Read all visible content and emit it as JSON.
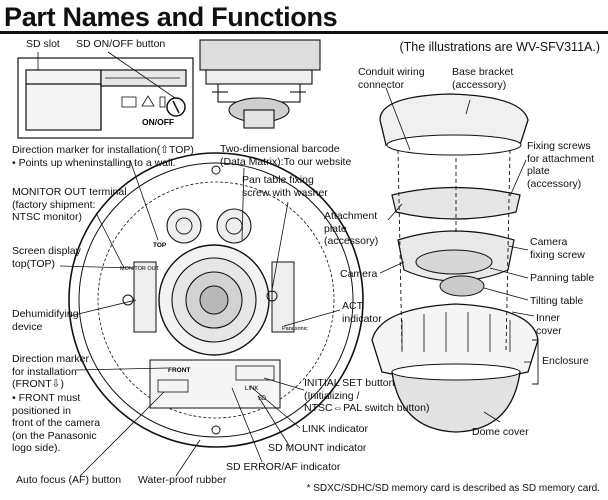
{
  "title": "Part Names and Functions",
  "illustration_note": "(The illustrations are WV-SFV311A.)",
  "footnote": "* SDXC/SDHC/SD memory card is described as SD memory card.",
  "labels": {
    "sd_slot": "SD slot",
    "sd_onoff_button": "SD ON/OFF button",
    "inset_onoff": "ON/OFF",
    "direction_marker_top": "Direction marker for installation(⇧TOP)",
    "direction_marker_top_bullet": "• Points up wheninstalling to a wall.",
    "barcode": "Two-dimensional barcode\n(Data Matrix):To our website",
    "pan_table_screw": "Pan table fixing\nscrew with washer",
    "monitor_out": "MONITOR OUT terminal\n(factory shipment:\nNTSC monitor)",
    "screen_display_top": "Screen display\ntop(TOP)",
    "dehumidifying": "Dehumidifying\ndevice",
    "act_indicator": "ACT\nindicator",
    "direction_marker_front": "Direction marker\nfor installation\n(FRONT⇩)",
    "front_bullet": "• FRONT must\n  positioned in\n  front of the camera\n  (on the Panasonic\n  logo side).",
    "initial_set": "INITIAL SET button\n(Initializing /\nNTSC⇔PAL switch button)",
    "link_indicator": "LINK indicator",
    "sd_mount": "SD MOUNT indicator",
    "sd_error": "SD ERROR/AF indicator",
    "auto_focus": "Auto focus (AF) button",
    "waterproof": "Water-proof rubber",
    "conduit": "Conduit wiring\nconnector",
    "base_bracket": "Base bracket\n(accessory)",
    "fixing_screws": "Fixing screws\nfor attachment\nplate\n(accessory)",
    "attachment_plate": "Attachment\nplate\n(accessory)",
    "camera_fixing_screw": "Camera\nfixing screw",
    "camera": "Camera",
    "panning_table": "Panning table",
    "tilting_table": "Tilting table",
    "inner_cover": "Inner\ncover",
    "enclosure": "Enclosure",
    "dome_cover": "Dome cover"
  },
  "board_marks": {
    "top": "TOP",
    "front": "FRONT",
    "monitor": "MONITOR OUT",
    "link": "LINK",
    "sd": "SD",
    "panasonic": "Panasonic"
  }
}
